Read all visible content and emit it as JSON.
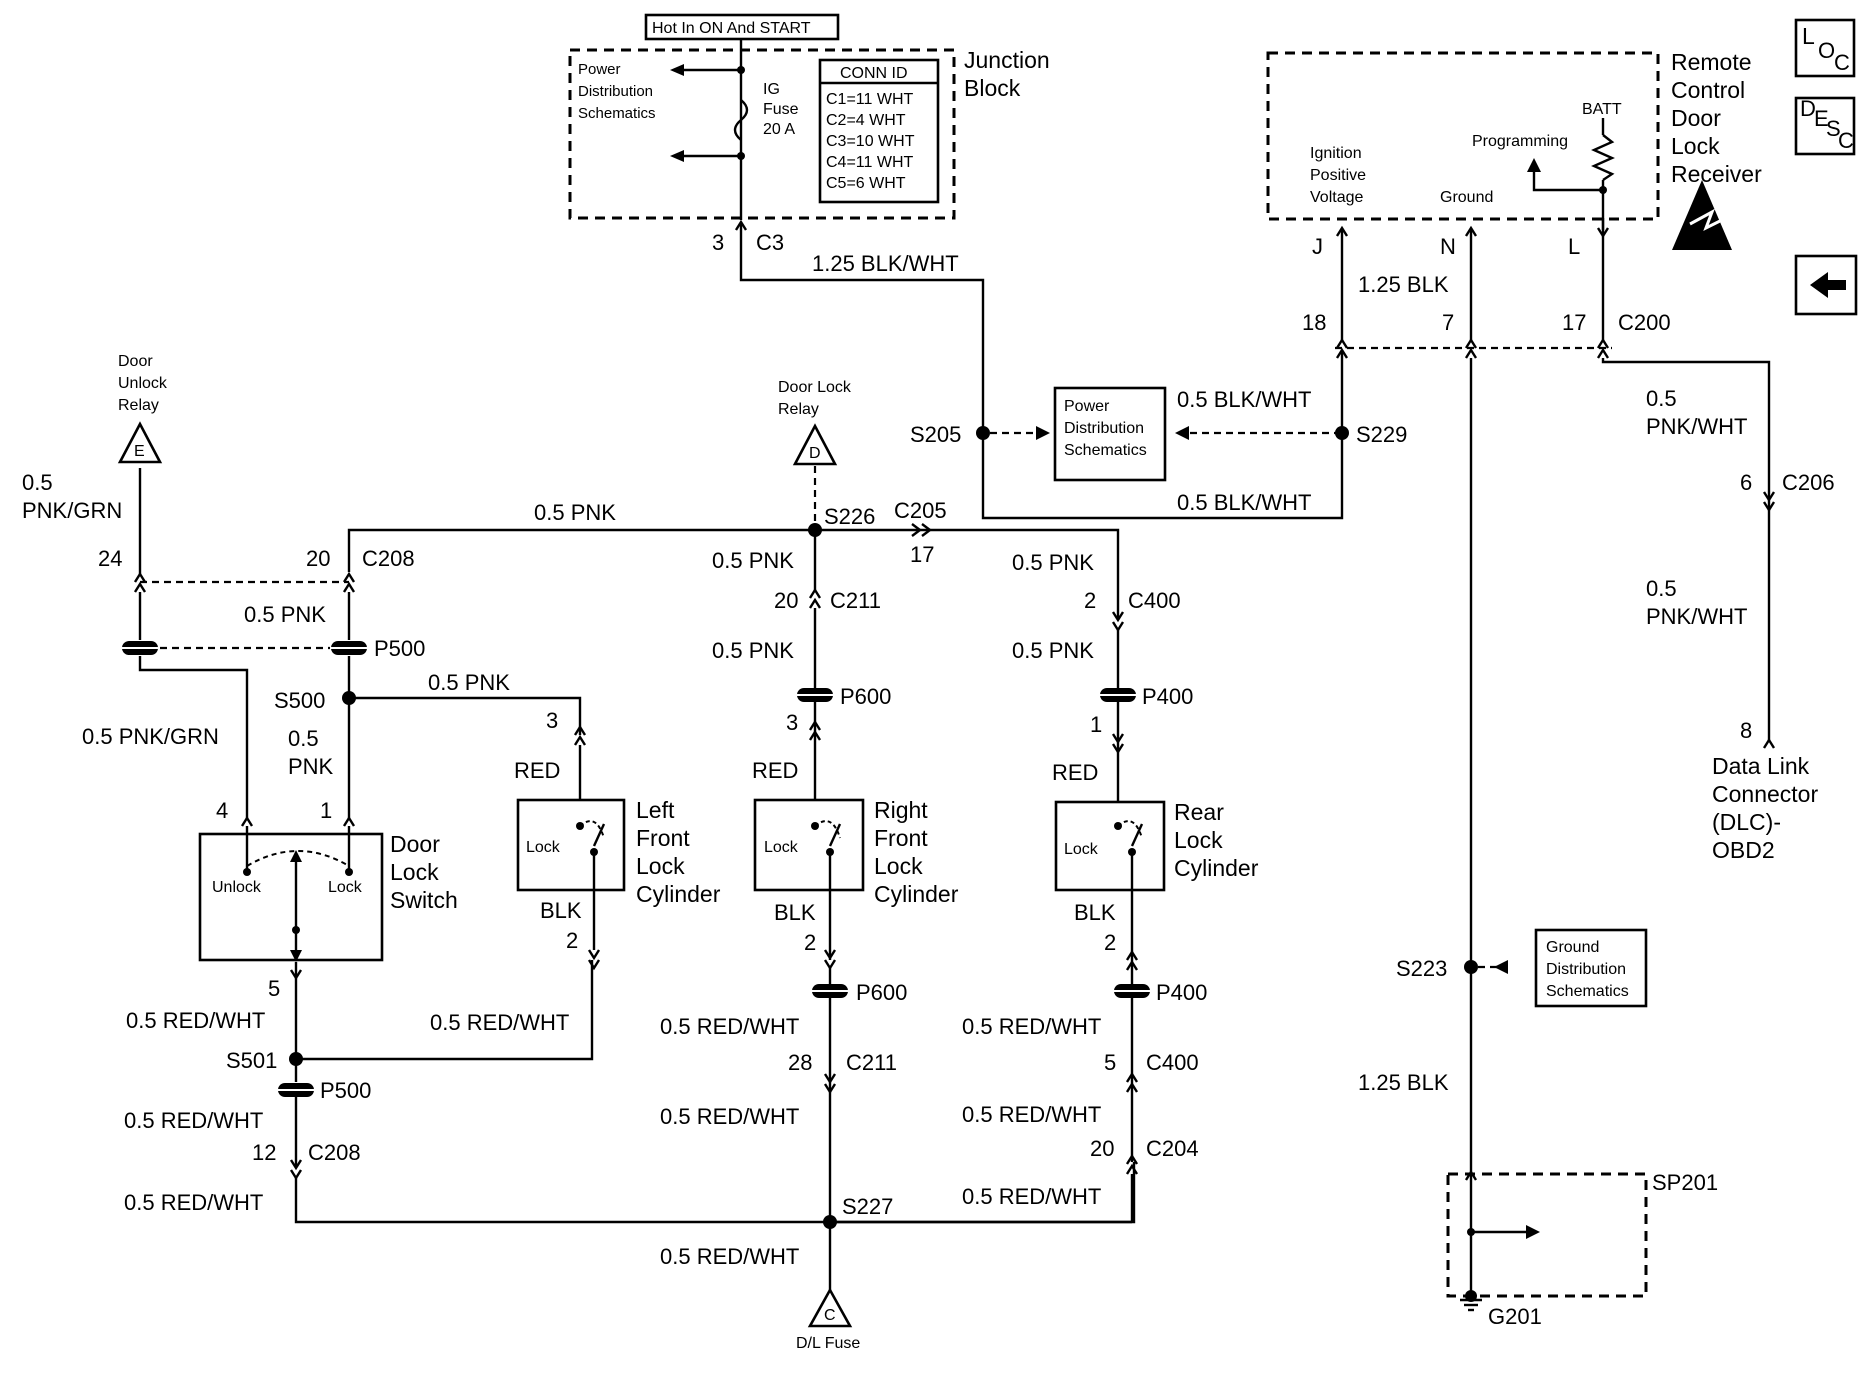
{
  "labels": {
    "hot": "Hot In ON And START",
    "pds1": [
      "Power",
      "Distribution",
      "Schematics"
    ],
    "ig_fuse": [
      "IG",
      "Fuse",
      "20 A"
    ],
    "conn_id": {
      "title": "CONN ID",
      "items": [
        "C1=11 WHT",
        "C2=4 WHT",
        "C3=10 WHT",
        "C4=11 WHT",
        "C5=6 WHT"
      ]
    },
    "jb": [
      "Junction",
      "Block"
    ],
    "c3_pin": "3",
    "c3": "C3",
    "w_blkwht_125": "1.25 BLK/WHT",
    "rcdlr": [
      "Remote",
      "Control",
      "Door",
      "Lock",
      "Receiver"
    ],
    "ign": [
      "Ignition",
      "Positive",
      "Voltage"
    ],
    "ground": "Ground",
    "programming": "Programming",
    "batt": "BATT",
    "pin_j": "J",
    "pin_n": "N",
    "pin_l": "L",
    "w_blk_125a": "1.25 BLK",
    "pin18": "18",
    "pin7": "7",
    "pin17a": "17",
    "c200": "C200",
    "w_blkwht_05a": "0.5 BLK/WHT",
    "w_blkwht_05b": "0.5 BLK/WHT",
    "s205": "S205",
    "s229": "S229",
    "pds2": [
      "Power",
      "Distribution",
      "Schematics"
    ],
    "w_pnkwht_a": [
      "0.5",
      "PNK/WHT"
    ],
    "c206_pin": "6",
    "c206": "C206",
    "w_pnkwht_b": [
      "0.5",
      "PNK/WHT"
    ],
    "dlc_pin": "8",
    "dlc": [
      "Data Link",
      "Connector",
      "(DLC)-",
      "OBD2"
    ],
    "dur": [
      "Door",
      "Unlock",
      "Relay"
    ],
    "dur_tri": "E",
    "dlr": [
      "Door Lock",
      "Relay"
    ],
    "dlr_tri": "D",
    "w_pnkgrn_a": [
      "0.5",
      "PNK/GRN"
    ],
    "pin24": "24",
    "pin20a": "20",
    "c208a": "C208",
    "w_pnk_main": "0.5 PNK",
    "s226": "S226",
    "c205": "C205",
    "pin17b": "17",
    "w_pnk_p500": "0.5 PNK",
    "p500a": "P500",
    "s500": "S500",
    "w_pnk_s500": "0.5 PNK",
    "w_pnkgrn_b": "0.5 PNK/GRN",
    "w_pnk_05": [
      "0.5",
      "PNK"
    ],
    "pin4": "4",
    "pin1": "1",
    "dls_unlock": "Unlock",
    "dls_lock": "Lock",
    "dls": [
      "Door",
      "Lock",
      "Switch"
    ],
    "pin5a": "5",
    "w_redwht_1": "0.5 RED/WHT",
    "s501": "S501",
    "p500b": "P500",
    "w_redwht_2": "0.5 RED/WHT",
    "pin12": "12",
    "c208b": "C208",
    "w_redwht_3": "0.5 RED/WHT",
    "lf_pin3": "3",
    "lf_red": "RED",
    "lf_lock": "Lock",
    "lf": [
      "Left",
      "Front",
      "Lock",
      "Cylinder"
    ],
    "lf_blk": "BLK",
    "lf_pin2": "2",
    "w_redwht_lf": "0.5 RED/WHT",
    "rf_wpnk1": "0.5 PNK",
    "rf_pin20": "20",
    "c211a": "C211",
    "rf_wpnk2": "0.5 PNK",
    "p600a": "P600",
    "rf_pin3": "3",
    "rf_red": "RED",
    "rf_lock": "Lock",
    "rf": [
      "Right",
      "Front",
      "Lock",
      "Cylinder"
    ],
    "rf_blk": "BLK",
    "rf_pin2": "2",
    "p600b": "P600",
    "rf_wrw1": "0.5 RED/WHT",
    "rf_pin28": "28",
    "c211b": "C211",
    "rf_wrw2": "0.5 RED/WHT",
    "s227": "S227",
    "rf_wrw3": "0.5 RED/WHT",
    "dlf_tri": "C",
    "dlf": "D/L Fuse",
    "r_wpnk1": "0.5 PNK",
    "r_pin2a": "2",
    "c400a": "C400",
    "r_wpnk2": "0.5 PNK",
    "p400a": "P400",
    "r_pin1": "1",
    "r_red": "RED",
    "r_lock": "Lock",
    "rear": [
      "Rear",
      "Lock",
      "Cylinder"
    ],
    "r_blk": "BLK",
    "r_pin2b": "2",
    "p400b": "P400",
    "r_wrw1": "0.5 RED/WHT",
    "r_pin5": "5",
    "c400b": "C400",
    "r_wrw2": "0.5 RED/WHT",
    "r_pin20": "20",
    "c204": "C204",
    "r_wrw3": "0.5 RED/WHT",
    "s223": "S223",
    "gds": [
      "Ground",
      "Distribution",
      "Schematics"
    ],
    "w_blk_125b": "1.25 BLK",
    "sp201": "SP201",
    "g201": "G201",
    "loc": [
      "L",
      "O",
      "C"
    ],
    "desc": [
      "D",
      "E",
      "S",
      "C"
    ]
  }
}
